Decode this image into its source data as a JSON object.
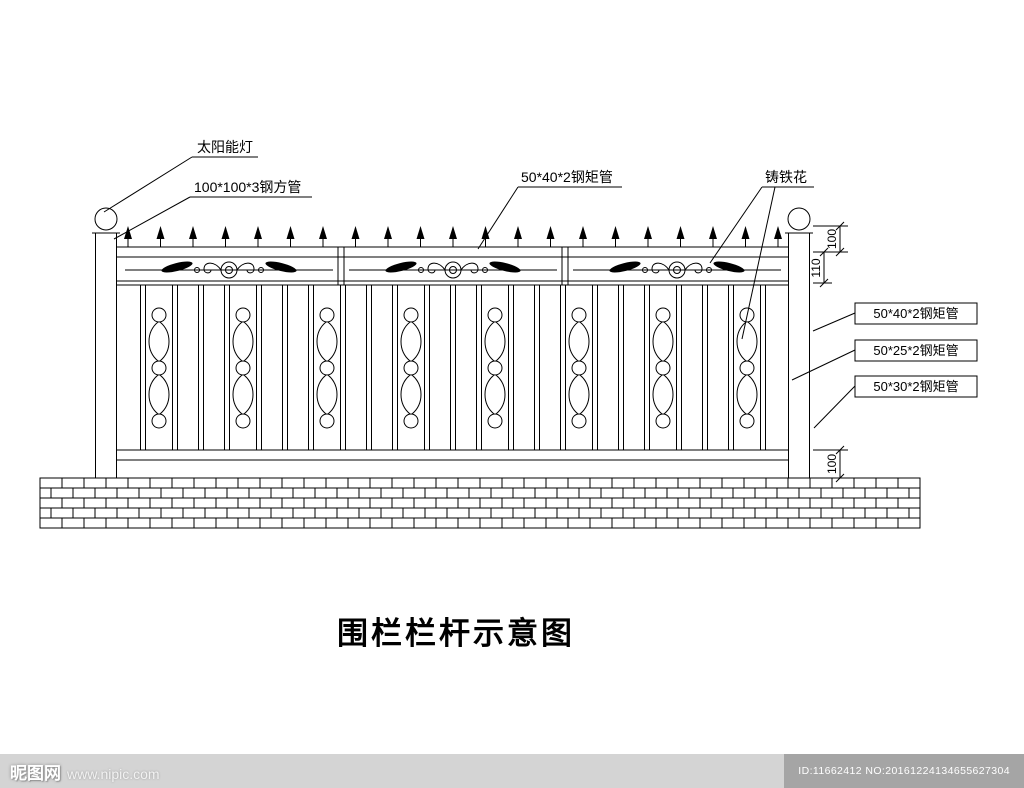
{
  "title": "围栏栏杆示意图",
  "labels": {
    "solar_light": "太阳能灯",
    "post_tube": "100*100*3钢方管",
    "top_rail_tube": "50*40*2钢矩管",
    "cast_iron_flower": "铸铁花",
    "rail_50_40": "50*40*2钢矩管",
    "rail_50_25": "50*25*2钢矩管",
    "rail_50_30": "50*30*2钢矩管"
  },
  "dimensions": {
    "top_100": "100",
    "mid_110": "110",
    "bottom_100": "100"
  },
  "watermark": {
    "site_name": "昵图网",
    "site_url": "www.nipic.com",
    "image_id": "ID:11662412 NO:20161224134655627304"
  }
}
